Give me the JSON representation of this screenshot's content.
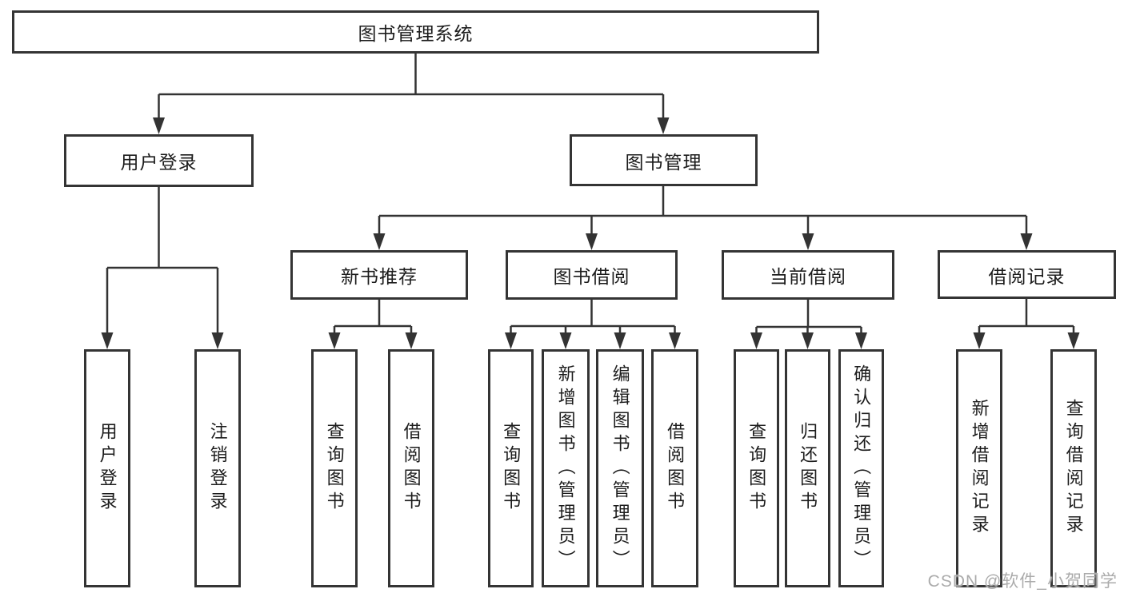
{
  "colors": {
    "line": "#333333",
    "box-border": "#343434",
    "box-fill": "#ffffff",
    "text": "#1c1c1c",
    "watermark": "#ababab",
    "bg": "#ffffff"
  },
  "watermark": "CSDN @软件_小贺同学",
  "tree": {
    "label": "图书管理系统",
    "children": [
      {
        "label": "用户登录",
        "children": [
          {
            "label": "用户登录"
          },
          {
            "label": "注销登录"
          }
        ]
      },
      {
        "label": "图书管理",
        "children": [
          {
            "label": "新书推荐",
            "children": [
              {
                "label": "查询图书"
              },
              {
                "label": "借阅图书"
              }
            ]
          },
          {
            "label": "图书借阅",
            "children": [
              {
                "label": "查询图书"
              },
              {
                "label": "新增图书（管理员）"
              },
              {
                "label": "编辑图书（管理员）"
              },
              {
                "label": "借阅图书"
              }
            ]
          },
          {
            "label": "当前借阅",
            "children": [
              {
                "label": "查询图书"
              },
              {
                "label": "归还图书"
              },
              {
                "label": "确认归还（管理员）"
              }
            ]
          },
          {
            "label": "借阅记录",
            "children": [
              {
                "label": "新增借阅记录"
              },
              {
                "label": "查询借阅记录"
              }
            ]
          }
        ]
      }
    ]
  }
}
